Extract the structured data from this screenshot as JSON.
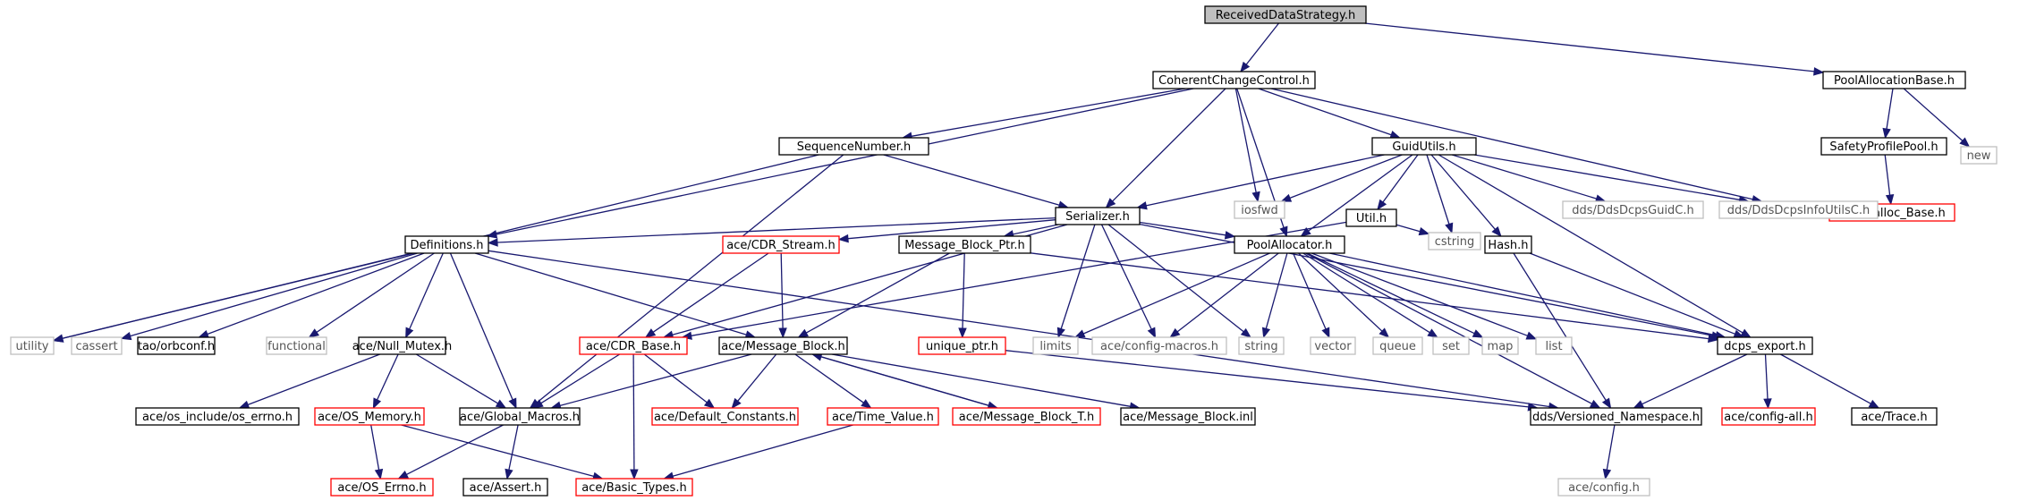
{
  "colors": {
    "edge": "#191970",
    "border_normal": "#000000",
    "border_red": "#ff0000",
    "border_gray": "#bfbfbf",
    "root_fill": "#bfbfbf"
  },
  "nodes": [
    {
      "id": "root",
      "label": "ReceivedDataStrategy.h",
      "style": "root"
    },
    {
      "id": "ccc",
      "label": "CoherentChangeControl.h",
      "style": "normal"
    },
    {
      "id": "pab",
      "label": "PoolAllocationBase.h",
      "style": "normal"
    },
    {
      "id": "sp",
      "label": "SafetyProfilePool.h",
      "style": "normal"
    },
    {
      "id": "new",
      "label": "new",
      "style": "gray"
    },
    {
      "id": "mallocb",
      "label": "ace/Malloc_Base.h",
      "style": "red"
    },
    {
      "id": "seq",
      "label": "SequenceNumber.h",
      "style": "normal"
    },
    {
      "id": "guid",
      "label": "GuidUtils.h",
      "style": "normal"
    },
    {
      "id": "ser",
      "label": "Serializer.h",
      "style": "normal"
    },
    {
      "id": "iosfwd",
      "label": "iosfwd",
      "style": "gray"
    },
    {
      "id": "util",
      "label": "Util.h",
      "style": "normal"
    },
    {
      "id": "ddsguid",
      "label": "dds/DdsDcpsGuidC.h",
      "style": "gray"
    },
    {
      "id": "ddsinfo",
      "label": "dds/DdsDcpsInfoUtilsC.h",
      "style": "gray"
    },
    {
      "id": "defs",
      "label": "Definitions.h",
      "style": "normal"
    },
    {
      "id": "cdrs",
      "label": "ace/CDR_Stream.h",
      "style": "red"
    },
    {
      "id": "mbp",
      "label": "Message_Block_Ptr.h",
      "style": "normal"
    },
    {
      "id": "pa",
      "label": "PoolAllocator.h",
      "style": "normal"
    },
    {
      "id": "cstring",
      "label": "cstring",
      "style": "gray"
    },
    {
      "id": "hash",
      "label": "Hash.h",
      "style": "normal"
    },
    {
      "id": "utility",
      "label": "utility",
      "style": "gray"
    },
    {
      "id": "cassert",
      "label": "cassert",
      "style": "gray"
    },
    {
      "id": "orbconf",
      "label": "tao/orbconf.h",
      "style": "normal"
    },
    {
      "id": "functional",
      "label": "functional",
      "style": "gray"
    },
    {
      "id": "nullmutex",
      "label": "ace/Null_Mutex.h",
      "style": "normal"
    },
    {
      "id": "cdrb",
      "label": "ace/CDR_Base.h",
      "style": "red"
    },
    {
      "id": "mb",
      "label": "ace/Message_Block.h",
      "style": "normal"
    },
    {
      "id": "uptr",
      "label": "unique_ptr.h",
      "style": "red"
    },
    {
      "id": "limits",
      "label": "limits",
      "style": "gray"
    },
    {
      "id": "cfgm",
      "label": "ace/config-macros.h",
      "style": "gray"
    },
    {
      "id": "string",
      "label": "string",
      "style": "gray"
    },
    {
      "id": "vector",
      "label": "vector",
      "style": "gray"
    },
    {
      "id": "queue",
      "label": "queue",
      "style": "gray"
    },
    {
      "id": "set",
      "label": "set",
      "style": "gray"
    },
    {
      "id": "map",
      "label": "map",
      "style": "gray"
    },
    {
      "id": "list",
      "label": "list",
      "style": "gray"
    },
    {
      "id": "dcpse",
      "label": "dcps_export.h",
      "style": "normal"
    },
    {
      "id": "oserrno_inc",
      "label": "ace/os_include/os_errno.h",
      "style": "normal"
    },
    {
      "id": "osmem",
      "label": "ace/OS_Memory.h",
      "style": "red"
    },
    {
      "id": "gm",
      "label": "ace/Global_Macros.h",
      "style": "normal"
    },
    {
      "id": "defc",
      "label": "ace/Default_Constants.h",
      "style": "red"
    },
    {
      "id": "tv",
      "label": "ace/Time_Value.h",
      "style": "red"
    },
    {
      "id": "mbt",
      "label": "ace/Message_Block_T.h",
      "style": "red"
    },
    {
      "id": "mbinl",
      "label": "ace/Message_Block.inl",
      "style": "normal"
    },
    {
      "id": "vns",
      "label": "dds/Versioned_Namespace.h",
      "style": "normal"
    },
    {
      "id": "cfgall",
      "label": "ace/config-all.h",
      "style": "red"
    },
    {
      "id": "trace",
      "label": "ace/Trace.h",
      "style": "normal"
    },
    {
      "id": "oserrno",
      "label": "ace/OS_Errno.h",
      "style": "red"
    },
    {
      "id": "assert",
      "label": "ace/Assert.h",
      "style": "normal"
    },
    {
      "id": "basict",
      "label": "ace/Basic_Types.h",
      "style": "red"
    },
    {
      "id": "cfgh",
      "label": "ace/config.h",
      "style": "gray"
    }
  ],
  "edges": [
    [
      "root",
      "ccc"
    ],
    [
      "root",
      "pab"
    ],
    [
      "pab",
      "sp"
    ],
    [
      "pab",
      "new"
    ],
    [
      "sp",
      "mallocb"
    ],
    [
      "ccc",
      "seq"
    ],
    [
      "ccc",
      "guid"
    ],
    [
      "ccc",
      "ser"
    ],
    [
      "ccc",
      "iosfwd"
    ],
    [
      "ccc",
      "defs"
    ],
    [
      "ccc",
      "pa"
    ],
    [
      "ccc",
      "ddsinfo"
    ],
    [
      "seq",
      "ser"
    ],
    [
      "seq",
      "utility"
    ],
    [
      "seq",
      "gm"
    ],
    [
      "guid",
      "ser"
    ],
    [
      "guid",
      "iosfwd"
    ],
    [
      "guid",
      "util"
    ],
    [
      "guid",
      "ddsguid"
    ],
    [
      "guid",
      "ddsinfo"
    ],
    [
      "guid",
      "pa"
    ],
    [
      "guid",
      "cstring"
    ],
    [
      "guid",
      "hash"
    ],
    [
      "guid",
      "dcpse"
    ],
    [
      "ser",
      "defs"
    ],
    [
      "ser",
      "cdrs"
    ],
    [
      "ser",
      "mbp"
    ],
    [
      "ser",
      "pa"
    ],
    [
      "ser",
      "cdrb"
    ],
    [
      "ser",
      "limits"
    ],
    [
      "ser",
      "cfgm"
    ],
    [
      "ser",
      "string"
    ],
    [
      "ser",
      "dcpse"
    ],
    [
      "util",
      "cstring"
    ],
    [
      "util",
      "cdrb"
    ],
    [
      "defs",
      "utility"
    ],
    [
      "defs",
      "cassert"
    ],
    [
      "defs",
      "orbconf"
    ],
    [
      "defs",
      "functional"
    ],
    [
      "defs",
      "nullmutex"
    ],
    [
      "defs",
      "gm"
    ],
    [
      "defs",
      "mb"
    ],
    [
      "defs",
      "vns"
    ],
    [
      "cdrs",
      "cdrb"
    ],
    [
      "cdrs",
      "mb"
    ],
    [
      "mbp",
      "uptr"
    ],
    [
      "mbp",
      "mb"
    ],
    [
      "mbp",
      "dcpse"
    ],
    [
      "pa",
      "limits"
    ],
    [
      "pa",
      "cfgm"
    ],
    [
      "pa",
      "string"
    ],
    [
      "pa",
      "vector"
    ],
    [
      "pa",
      "queue"
    ],
    [
      "pa",
      "set"
    ],
    [
      "pa",
      "map"
    ],
    [
      "pa",
      "list"
    ],
    [
      "pa",
      "dcpse"
    ],
    [
      "pa",
      "vns"
    ],
    [
      "hash",
      "dcpse"
    ],
    [
      "hash",
      "vns"
    ],
    [
      "nullmutex",
      "oserrno_inc"
    ],
    [
      "nullmutex",
      "osmem"
    ],
    [
      "nullmutex",
      "gm"
    ],
    [
      "cdrb",
      "gm"
    ],
    [
      "cdrb",
      "defc"
    ],
    [
      "cdrb",
      "basict"
    ],
    [
      "mb",
      "gm"
    ],
    [
      "mb",
      "defc"
    ],
    [
      "mb",
      "tv"
    ],
    [
      "mb",
      "mbt"
    ],
    [
      "mb",
      "mbinl"
    ],
    [
      "mbt",
      "mb"
    ],
    [
      "uptr",
      "vns"
    ],
    [
      "dcpse",
      "vns"
    ],
    [
      "dcpse",
      "cfgall"
    ],
    [
      "dcpse",
      "trace"
    ],
    [
      "osmem",
      "oserrno"
    ],
    [
      "osmem",
      "basict"
    ],
    [
      "gm",
      "oserrno"
    ],
    [
      "gm",
      "assert"
    ],
    [
      "tv",
      "basict"
    ],
    [
      "vns",
      "cfgh"
    ]
  ]
}
